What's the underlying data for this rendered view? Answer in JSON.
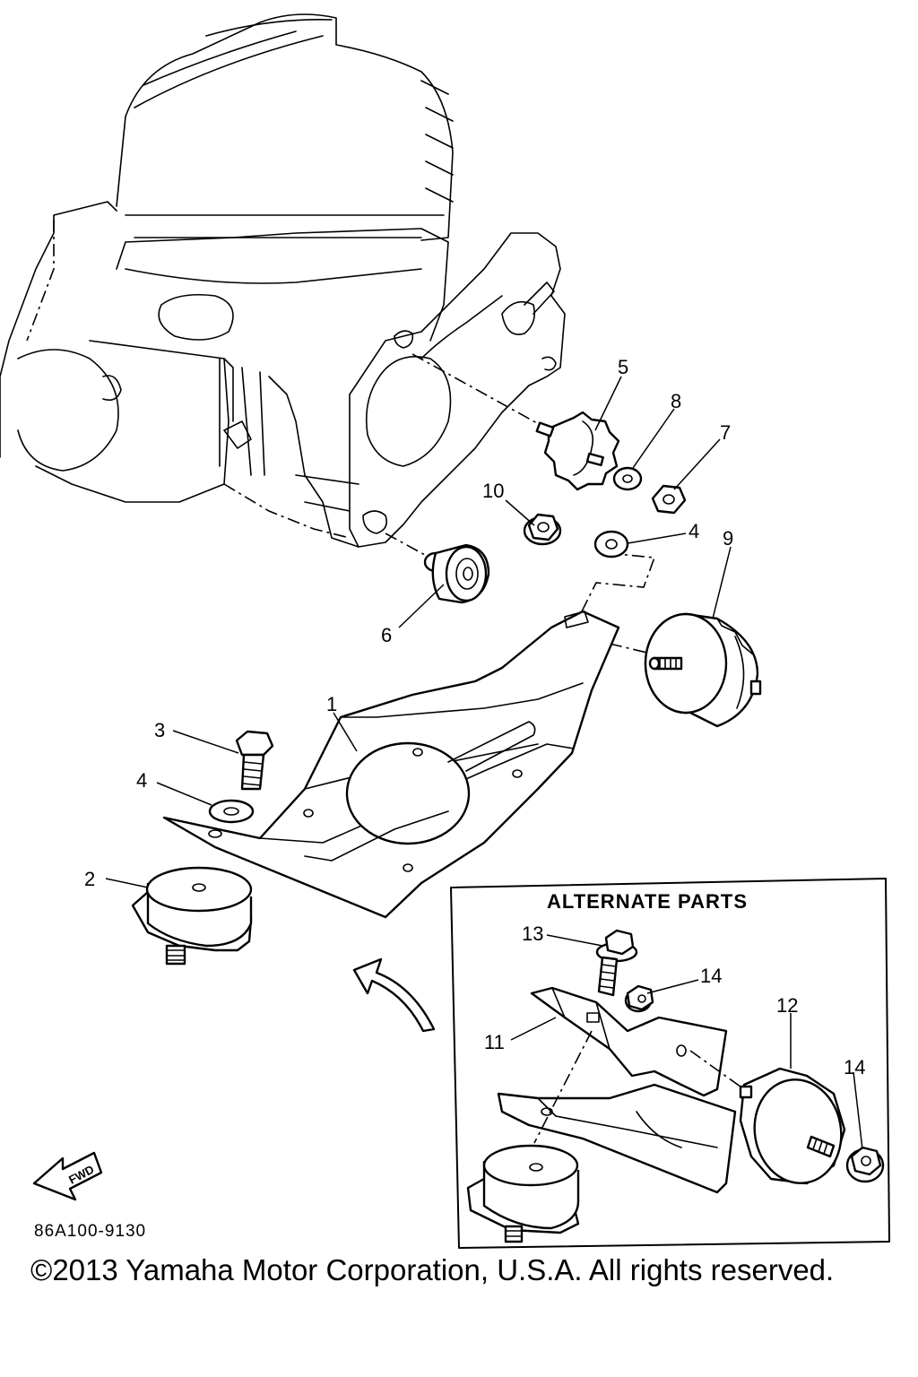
{
  "diagram": {
    "callouts": {
      "c1": "1",
      "c2": "2",
      "c3": "3",
      "c4a": "4",
      "c4b": "4",
      "c5": "5",
      "c6": "6",
      "c7": "7",
      "c8": "8",
      "c9": "9",
      "c10": "10",
      "c11": "11",
      "c12": "12",
      "c13": "13",
      "c14a": "14",
      "c14b": "14"
    },
    "alternate_title": "ALTERNATE PARTS",
    "fwd_label": "FWD"
  },
  "footer": {
    "ref_code": "86A100-9130",
    "copyright": "©2013 Yamaha Motor Corporation, U.S.A. All rights reserved."
  }
}
